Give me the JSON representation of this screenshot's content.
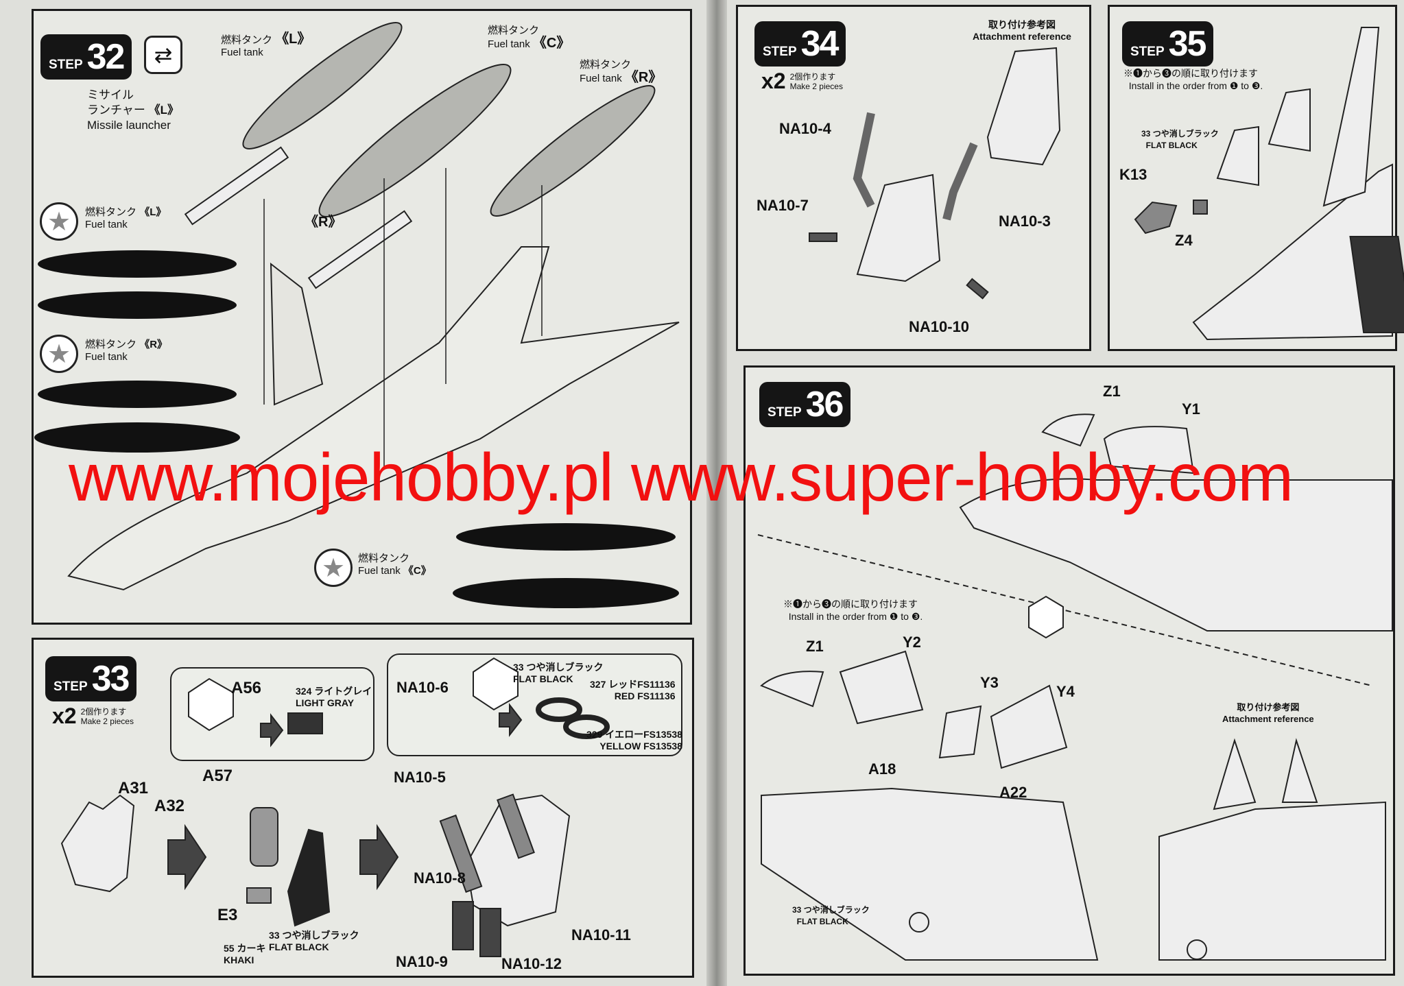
{
  "watermark": "www.mojehobby.pl www.super-hobby.com",
  "step_word": "STEP",
  "step32": {
    "number": "32",
    "fuel_tank_l": {
      "jp": "燃料タンク",
      "en": "Fuel tank",
      "tag": "《L》"
    },
    "fuel_tank_c": {
      "jp": "燃料タンク",
      "en": "Fuel tank",
      "tag": "《C》"
    },
    "fuel_tank_r": {
      "jp": "燃料タンク",
      "en": "Fuel tank",
      "tag": "《R》"
    },
    "missile_launcher": {
      "jp1": "ミサイル",
      "jp2": "ランチャー",
      "tag": "《L》",
      "en": "Missile launcher"
    },
    "launcher_r_tag": "《R》",
    "decal_l": {
      "jp": "燃料タンク",
      "en": "Fuel tank",
      "tag": "《L》"
    },
    "decal_r": {
      "jp": "燃料タンク",
      "en": "Fuel tank",
      "tag": "《R》"
    },
    "decal_c": {
      "jp": "燃料タンク",
      "en": "Fuel tank",
      "tag": "《C》"
    }
  },
  "step33": {
    "number": "33",
    "x2": "x2",
    "x2_jp": "2個作ります",
    "x2_en": "Make 2 pieces",
    "parts": {
      "a56": "A56",
      "a57": "A57",
      "a31": "A31",
      "a32": "A32",
      "e3": "E3",
      "na10_6": "NA10-6",
      "na10_5": "NA10-5",
      "na10_8": "NA10-8",
      "na10_9": "NA10-9",
      "na10_12": "NA10-12",
      "na10_11": "NA10-11"
    },
    "light_gray": {
      "code": "324",
      "jp": "ライトグレイ",
      "en": "LIGHT GRAY"
    },
    "khaki": {
      "code": "55",
      "jp": "カーキ",
      "en": "KHAKI"
    },
    "flat_black": {
      "code": "33",
      "jp": "つや消しブラック",
      "en": "FLAT BLACK"
    },
    "red": {
      "code": "327",
      "jp": "レッドFS11136",
      "en": "RED FS11136"
    },
    "yellow": {
      "code": "329",
      "jp": "イエローFS13538",
      "en": "YELLOW FS13538"
    }
  },
  "step34": {
    "number": "34",
    "x2": "x2",
    "x2_jp": "2個作ります",
    "x2_en": "Make 2 pieces",
    "ref_jp": "取り付け参考図",
    "ref_en": "Attachment reference",
    "parts": {
      "na10_4": "NA10-4",
      "na10_7": "NA10-7",
      "na10_3": "NA10-3",
      "na10_10": "NA10-10"
    }
  },
  "step35": {
    "number": "35",
    "note_jp": "※❶から❸の順に取り付けます",
    "note_en": "Install in the order from ❶ to ❸.",
    "flat_black": {
      "code": "33",
      "jp": "つや消しブラック",
      "en": "FLAT BLACK"
    },
    "parts": {
      "k13": "K13",
      "z4": "Z4"
    }
  },
  "step36": {
    "number": "36",
    "note_jp": "※❶から❸の順に取り付けます",
    "note_en": "Install in the order from ❶ to ❸.",
    "ref_jp": "取り付け参考図",
    "ref_en": "Attachment reference",
    "flat_black": {
      "code": "33",
      "jp": "つや消しブラック",
      "en": "FLAT BLACK"
    },
    "parts": {
      "z1_top": "Z1",
      "y1": "Y1",
      "z1": "Z1",
      "y2": "Y2",
      "y3": "Y3",
      "y4": "Y4",
      "a18": "A18",
      "a22": "A22"
    }
  }
}
